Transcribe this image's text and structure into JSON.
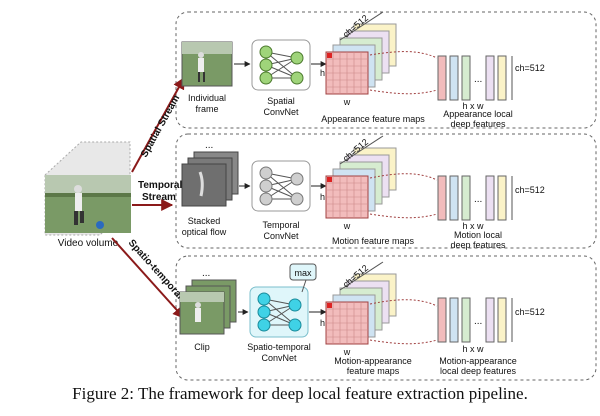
{
  "left": {
    "video_label": "Video volume"
  },
  "stream_labels": {
    "spatial": "Spatial Stream",
    "temporal": [
      "Temporal",
      "Stream"
    ],
    "spatiotemporal": "Spatio-temporal Stream"
  },
  "rows": [
    {
      "input_label": [
        "Individual",
        "frame"
      ],
      "net_label": [
        "Spatial",
        "ConvNet"
      ],
      "maps_label": [
        "Appearance feature maps"
      ],
      "local_label": [
        "Appearance local",
        "deep features"
      ]
    },
    {
      "input_label": [
        "Stacked",
        "optical flow"
      ],
      "net_label": [
        "Temporal",
        "ConvNet"
      ],
      "maps_label": [
        "Motion feature maps"
      ],
      "local_label": [
        "Motion local",
        "deep features"
      ]
    },
    {
      "input_label": [
        "Clip"
      ],
      "net_label": [
        "Spatio-temporal",
        "ConvNet"
      ],
      "maps_label": [
        "Motion-appearance",
        "feature maps"
      ],
      "local_label": [
        "Motion-appearance",
        "local deep features"
      ]
    }
  ],
  "dims": {
    "ch": "ch=512",
    "h": "h",
    "w": "w",
    "hxw": "h x w",
    "ellipsis": "...",
    "max": "max"
  },
  "caption": "Figure 2: The framework for deep local feature extraction pipeline.",
  "colors": {
    "frame_border": "#666666",
    "arrow": "#8b1a1a",
    "spatial_node": "#9fd47a",
    "temporal_node": "#cfcfcf",
    "st_node": "#3fd2e6",
    "st_box": "#dff6fa",
    "grid_front": "#f2bcbc",
    "grid_back": [
      "#cfe3f2",
      "#d6ecd0",
      "#ece0f2",
      "#fbf3c8"
    ]
  }
}
